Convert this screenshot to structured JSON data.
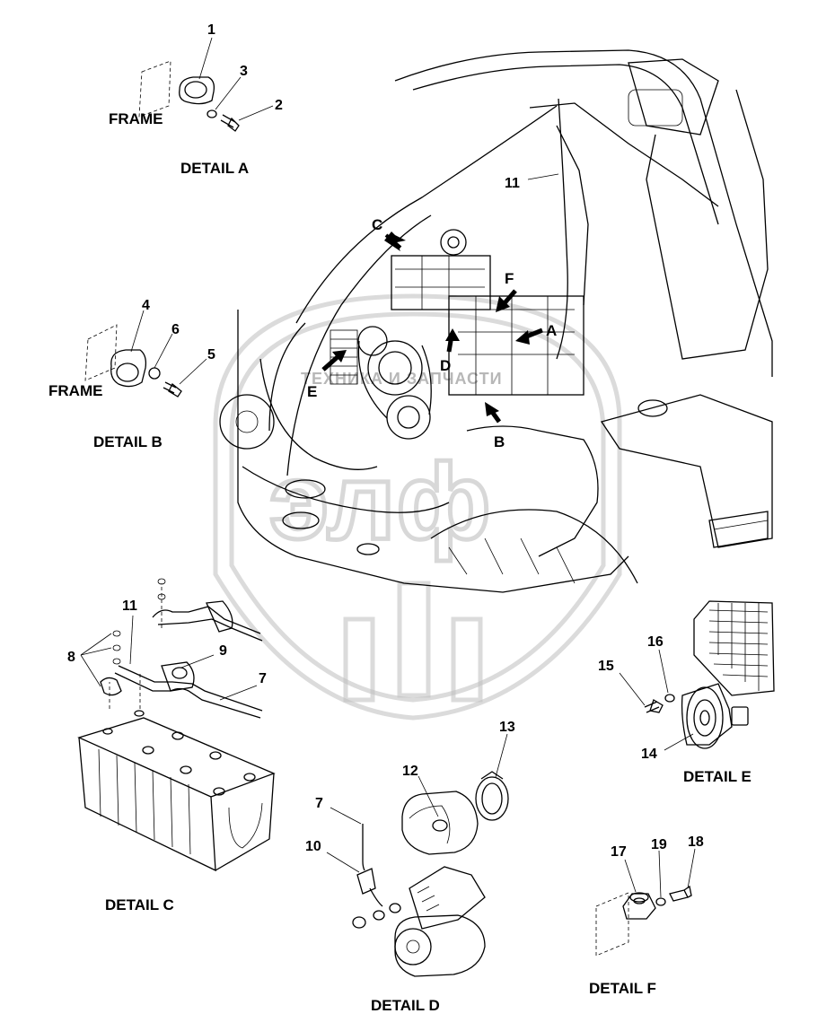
{
  "watermark": {
    "text": "ТЕХНИКА И ЗАПЧАСТИ",
    "logo_text": "элф"
  },
  "details": {
    "a": {
      "caption": "DETAIL A",
      "frame_label": "FRAME",
      "callouts": [
        "1",
        "2",
        "3"
      ]
    },
    "b": {
      "caption": "DETAIL B",
      "frame_label": "FRAME",
      "callouts": [
        "4",
        "5",
        "6"
      ]
    },
    "c": {
      "caption": "DETAIL C",
      "callouts": [
        "7",
        "8",
        "9",
        "11"
      ]
    },
    "d": {
      "caption": "DETAIL D",
      "callouts": [
        "7",
        "10",
        "12",
        "13"
      ]
    },
    "e": {
      "caption": "DETAIL E",
      "callouts": [
        "14",
        "15",
        "16"
      ]
    },
    "f": {
      "caption": "DETAIL F",
      "callouts": [
        "17",
        "18",
        "19"
      ]
    }
  },
  "main_view": {
    "arrows": [
      "A",
      "B",
      "C",
      "D",
      "E",
      "F"
    ],
    "callouts": [
      "11"
    ]
  }
}
